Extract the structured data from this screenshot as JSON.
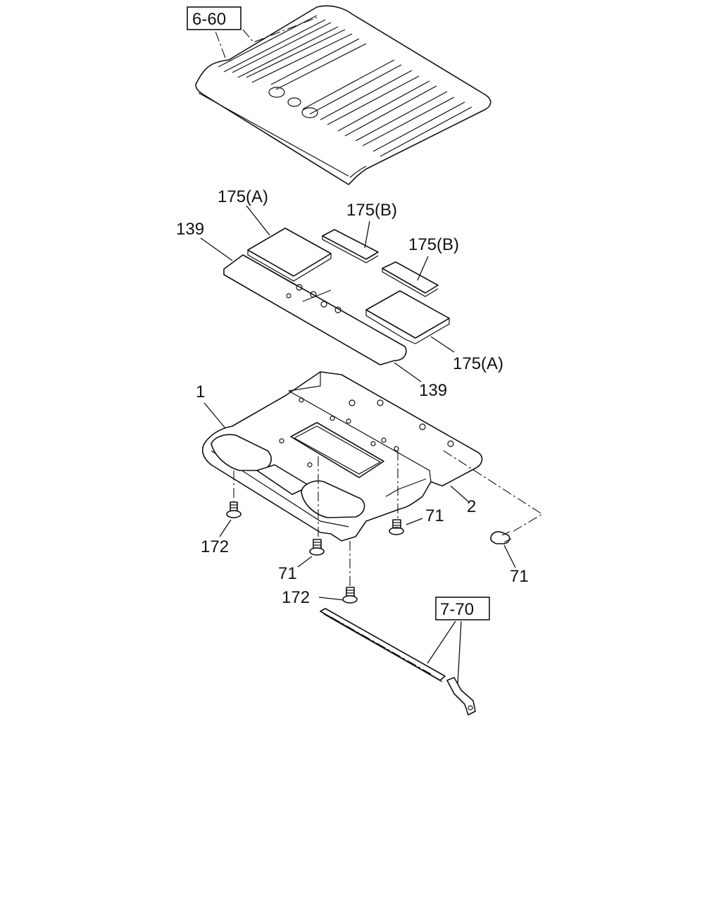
{
  "diagram": {
    "references": {
      "roof_panel": "6-60",
      "rail_assembly": "7-70"
    },
    "callouts": {
      "insulator_a_top": "175(A)",
      "insulator_b_top": "175(B)",
      "insulator_b_right": "175(B)",
      "insulator_a_right": "175(A)",
      "pad_left": "139",
      "pad_right": "139",
      "headlining": "1",
      "rear_trim": "2",
      "clip_center": "71",
      "clip_right_screw": "71",
      "clip_far_right": "71",
      "screw_left": "172",
      "screw_bottom": "172"
    }
  }
}
